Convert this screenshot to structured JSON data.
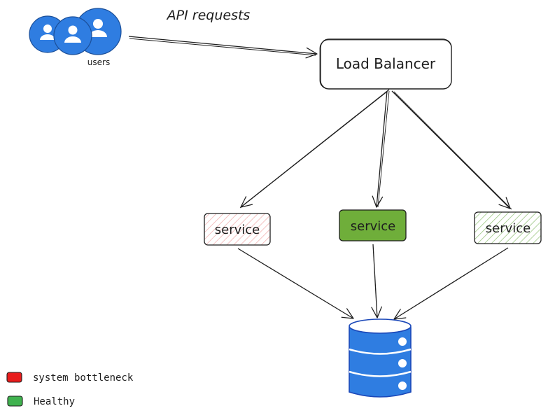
{
  "edge_label": "API requests",
  "users": {
    "label": "users",
    "color": "#2f7de1"
  },
  "load_balancer": {
    "label": "Load Balancer"
  },
  "services": [
    {
      "label": "service",
      "status": "bottleneck"
    },
    {
      "label": "service",
      "status": "healthy-solid"
    },
    {
      "label": "service",
      "status": "healthy"
    }
  ],
  "database": {
    "color": "#2f7de1"
  },
  "legend": [
    {
      "label": "system bottleneck",
      "color": "#e81c1c"
    },
    {
      "label": "Healthy",
      "color": "#40b24f"
    }
  ],
  "colors": {
    "bottleneck_hatch": "#f2b3b3",
    "healthy_hatch": "#9cc784",
    "healthy_fill": "#6fae3a",
    "stroke": "#1e1e1e"
  }
}
